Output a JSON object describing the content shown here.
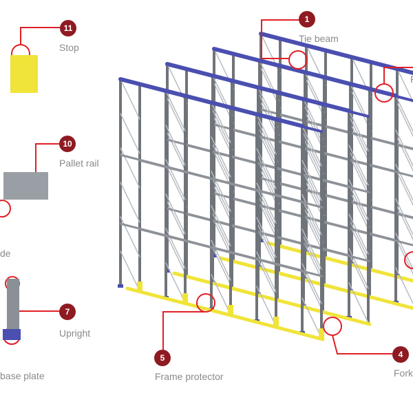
{
  "colors": {
    "badge": "#8e1a22",
    "callout": "#e01f26",
    "beam": "#4a4fb0",
    "upright": "#6f747a",
    "protector": "#f0e43a"
  },
  "callouts": [
    {
      "num": "11",
      "label": "Stop"
    },
    {
      "num": "10",
      "label": "Pallet rail"
    },
    {
      "num": "",
      "label": "de"
    },
    {
      "num": "7",
      "label": "Upright"
    },
    {
      "num": "",
      "label": "base plate"
    },
    {
      "num": "5",
      "label": "Frame protector"
    },
    {
      "num": "4",
      "label": "Fork"
    },
    {
      "num": "1",
      "label": "Tie beam"
    },
    {
      "num": "",
      "label": "F"
    }
  ]
}
